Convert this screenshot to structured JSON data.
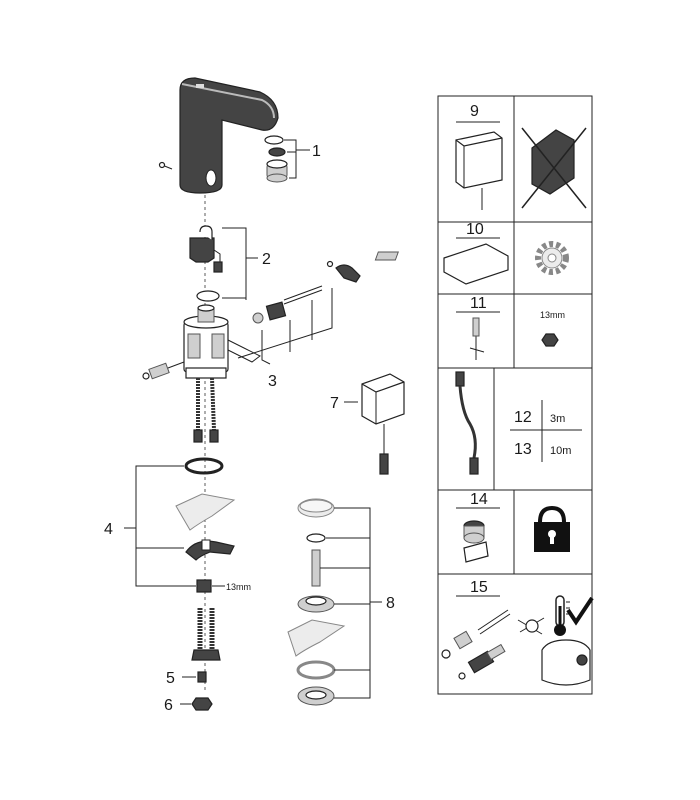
{
  "parts": {
    "p1": "1",
    "p2": "2",
    "p3": "3",
    "p4": "4",
    "p5": "5",
    "p6": "6",
    "p7": "7",
    "p8": "8"
  },
  "dimension_13mm": "13mm",
  "table": {
    "r9": "9",
    "r10": "10",
    "r11": "11",
    "r11_nut": "13mm",
    "r12": "12",
    "r12_len": "3m",
    "r13": "13",
    "r13_len": "10m",
    "r14": "14",
    "r15": "15"
  }
}
